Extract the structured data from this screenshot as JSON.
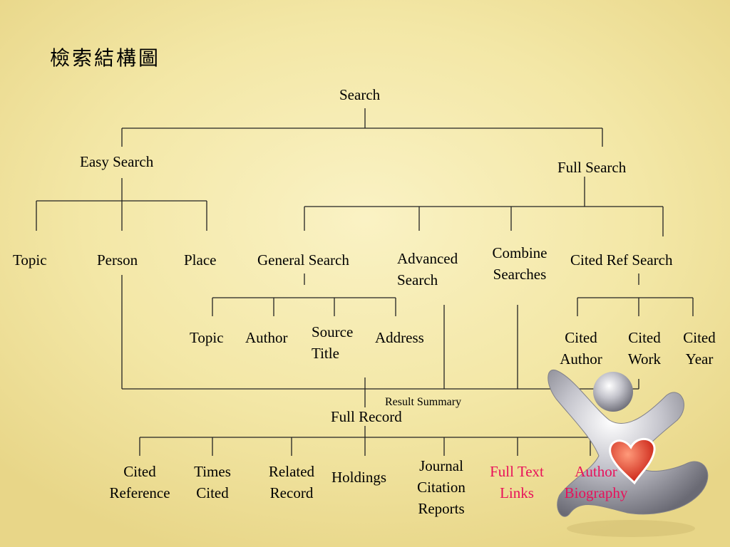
{
  "title": "檢索結構圖",
  "nodes": {
    "search": "Search",
    "easy_search": "Easy Search",
    "full_search": "Full Search",
    "easy_topic": "Topic",
    "person": "Person",
    "place": "Place",
    "general_search": "General Search",
    "advanced_search": [
      "Advanced",
      "Search"
    ],
    "combine_searches": [
      "Combine",
      "Searches"
    ],
    "cited_ref_search": "Cited Ref Search",
    "gs_topic": "Topic",
    "gs_author": "Author",
    "source_title": [
      "Source",
      "Title"
    ],
    "address": "Address",
    "cited_author": [
      "Cited",
      "Author"
    ],
    "cited_work": [
      "Cited",
      "Work"
    ],
    "cited_year": [
      "Cited",
      "Year"
    ],
    "result_summary": "Result Summary",
    "full_record": "Full Record",
    "cited_reference": [
      "Cited",
      "Reference"
    ],
    "times_cited": [
      "Times",
      "Cited"
    ],
    "related_record": [
      "Related",
      "Record"
    ],
    "holdings": "Holdings",
    "journal_citation_reports": [
      "Journal",
      "Citation",
      "Reports"
    ],
    "full_text_links": [
      "Full Text",
      "Links"
    ],
    "author_biography": [
      "Author",
      "Biography"
    ]
  },
  "colors": {
    "link_text": "#e8105a",
    "background": "#f3e7a6"
  },
  "icons": {
    "mascot": "running-figure-heart-icon"
  }
}
